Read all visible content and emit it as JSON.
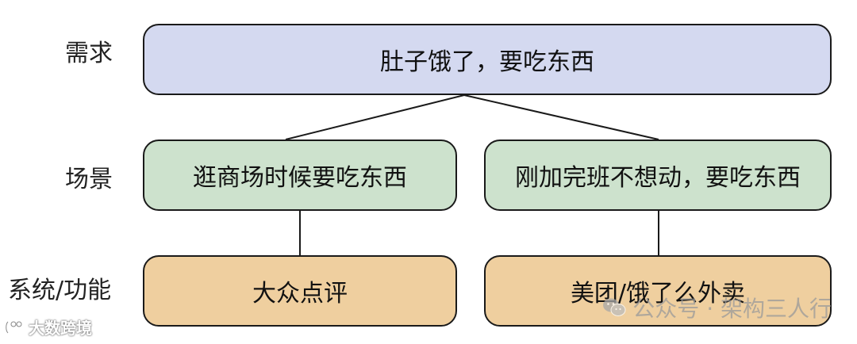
{
  "rows": {
    "need": "需求",
    "scene": "场景",
    "system": "系统/功能"
  },
  "nodes": {
    "need": "肚子饿了，要吃东西",
    "scene_left": "逛商场时候要吃东西",
    "scene_right": "刚加完班不想动，要吃东西",
    "system_left": "大众点评",
    "system_right": "美团/饿了么外卖"
  },
  "watermarks": {
    "right": "公众号 · 架构三人行",
    "left": "大数跨境"
  },
  "colors": {
    "need_fill": "#d4d9f0",
    "scene_fill": "#cde2cd",
    "system_fill": "#efcf9f",
    "border": "#1a1a1a"
  }
}
